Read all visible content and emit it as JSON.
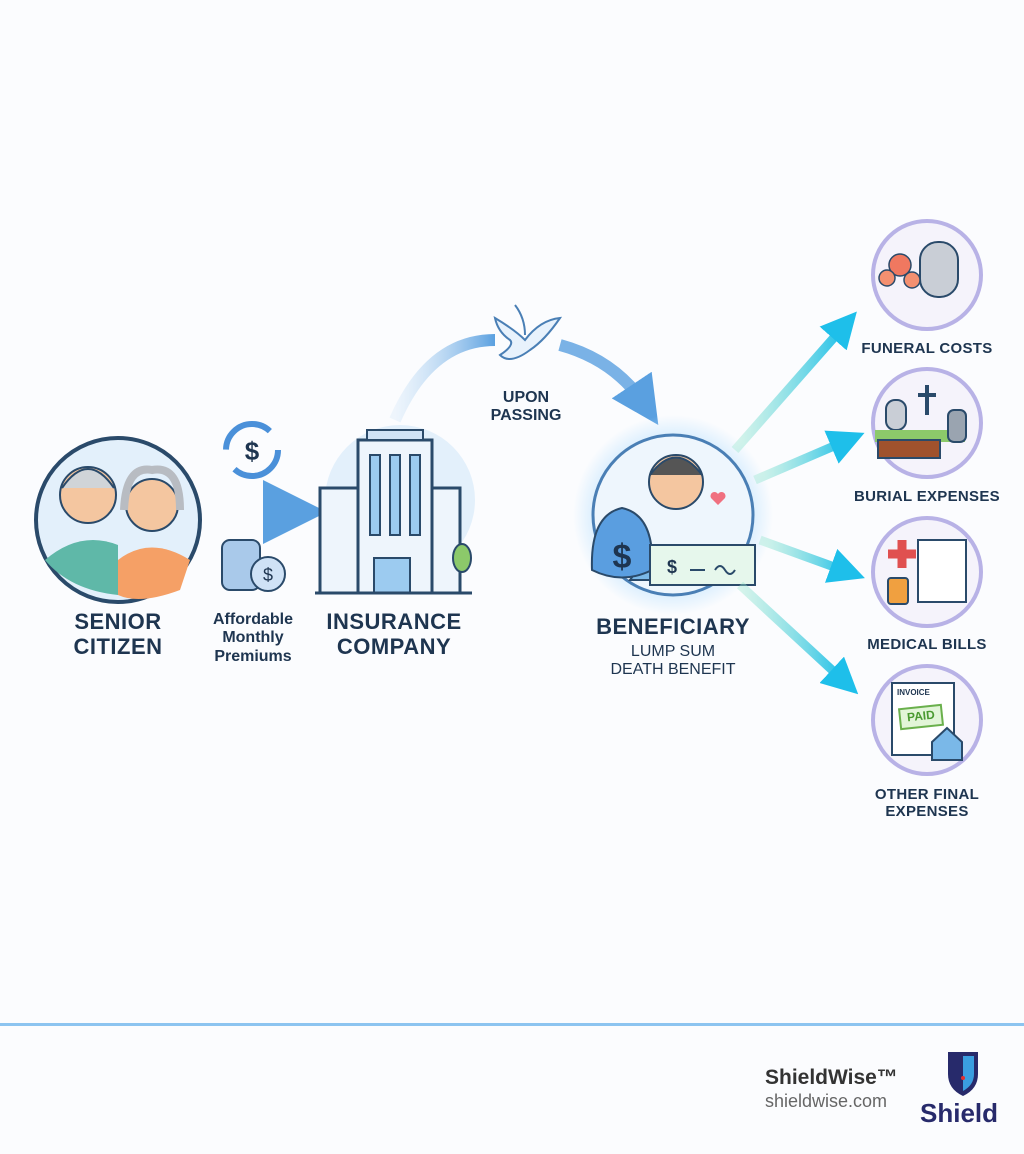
{
  "nodes": {
    "senior": {
      "line1": "SENIOR",
      "line2": "CITIZEN"
    },
    "premiums": {
      "line1": "Affordable",
      "line2": "Monthly",
      "line3": "Premiums"
    },
    "insurer": {
      "line1": "INSURANCE",
      "line2": "COMPANY"
    },
    "passing": {
      "line1": "UPON",
      "line2": "PASSING"
    },
    "beneficiary": {
      "title": "BENEFICIARY",
      "line1": "LUMP SUM",
      "line2": "DEATH BENEFIT"
    }
  },
  "expenses": [
    {
      "label": "FUNERAL COSTS",
      "icon": "funeral-flowers-headstone-icon"
    },
    {
      "label": "BURIAL EXPENSES",
      "icon": "casket-cemetery-icon"
    },
    {
      "label": "MEDICAL BILLS",
      "icon": "medical-bill-icon"
    },
    {
      "label1": "OTHER FINAL",
      "label2": "EXPENSES",
      "icon": "paid-invoice-house-icon",
      "invoice": "INVOICE",
      "stamp": "PAID"
    }
  ],
  "footer": {
    "brand": "ShieldWise™",
    "url": "shieldwise.com",
    "logo_text": "Shield"
  },
  "colors": {
    "text": "#1e3550",
    "accent": "#4a90d9",
    "cyan": "#22c1e8",
    "divider": "#8cc4f0",
    "logo": "#272a6b"
  }
}
